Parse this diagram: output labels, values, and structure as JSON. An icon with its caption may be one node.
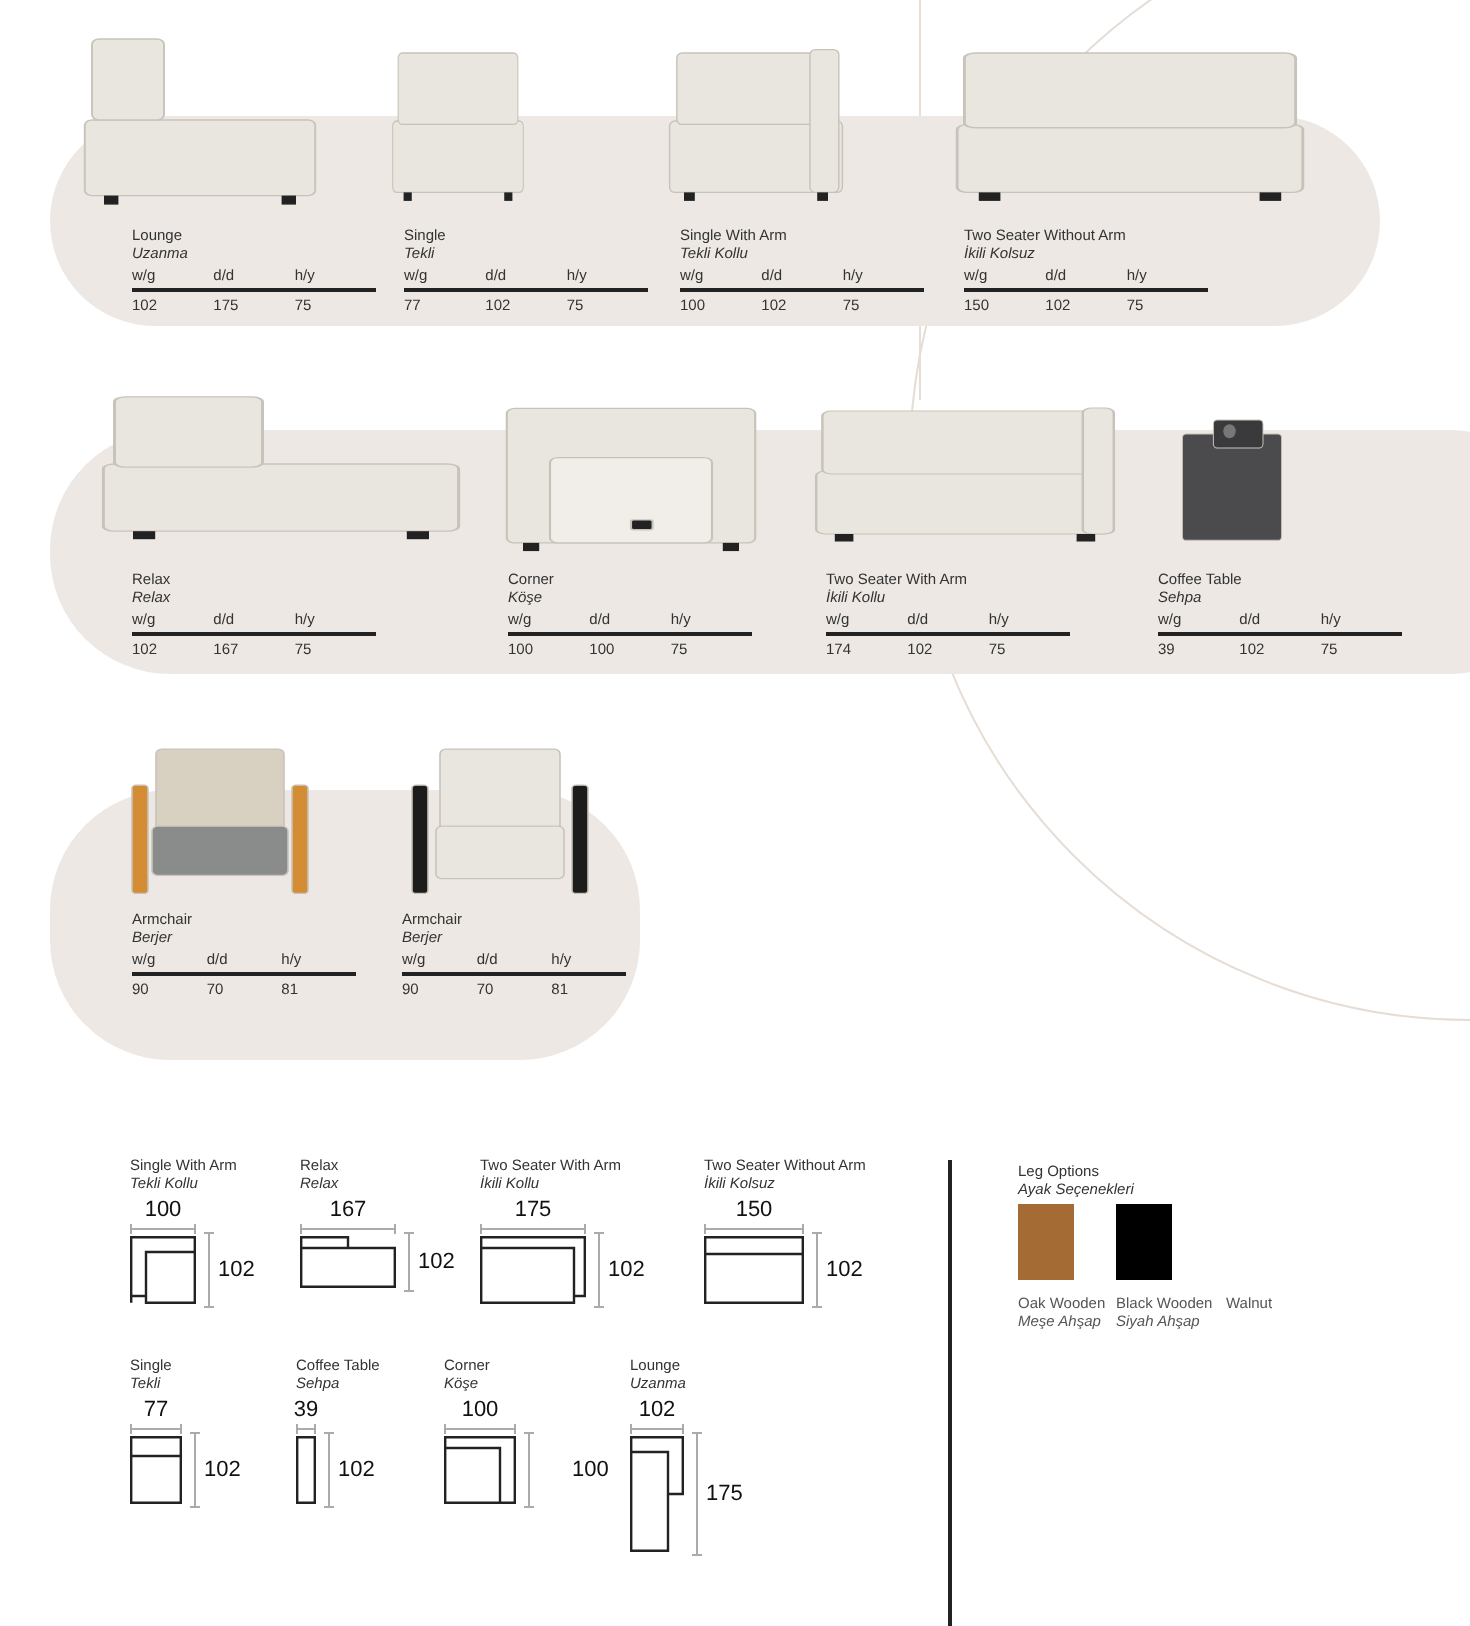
{
  "diagram": {
    "labels": [
      "Lounge",
      "Uzanma",
      "w/g",
      "d/d",
      "h/y",
      "102",
      "175",
      "75",
      "Single",
      "Tekli",
      "w/g",
      "d/d",
      "h/y",
      "77",
      "102",
      "75",
      "Single With Arm",
      "Tekli Kollu",
      "w/g",
      "d/d",
      "h/y",
      "100",
      "102",
      "75",
      "Two Seater Without Arm",
      "İkili Kolsuz",
      "w/g",
      "d/d",
      "h/y",
      "150",
      "102",
      "75",
      "Relax",
      "Relax",
      "w/g",
      "d/d",
      "h/y",
      "102",
      "167",
      "75",
      "Corner",
      "Köşe",
      "w/g",
      "d/d",
      "h/y",
      "100",
      "100",
      "75",
      "Two Seater With Arm",
      "İkili Kollu",
      "w/g",
      "d/d",
      "h/y",
      "174",
      "102",
      "75",
      "Coffee Table",
      "Sehpa",
      "w/g",
      "d/d",
      "h/y",
      "39",
      "102",
      "75",
      "Armchair",
      "Berjer",
      "w/g",
      "d/d",
      "h/y",
      "90",
      "70",
      "81",
      "Armchair",
      "Berjer",
      "w/g",
      "d/d",
      "h/y",
      "90",
      "70",
      "81",
      "Single With Arm",
      "Tekli Kollu",
      "100",
      "102",
      "Relax",
      "Relax",
      "167",
      "102",
      "Two Seater With Arm",
      "İkili Kollu",
      "175",
      "102",
      "Two Seater Without Arm",
      "İkili Kolsuz",
      "150",
      "102",
      "Single",
      "Tekli",
      "77",
      "102",
      "Coffee Table",
      "Sehpa",
      "39",
      "102",
      "Corner",
      "Köşe",
      "100",
      "100",
      "Lounge",
      "Uzanma",
      "102",
      "175",
      "Leg Options",
      "Ayak Seçenekleri",
      "Walnut",
      "Meşe Ahşap",
      "Siyah Ahşap"
    ],
    "legend": [
      {
        "text": "Oak Wooden",
        "color": "#a56b35"
      },
      {
        "text": "Black Wooden",
        "color": "#000000"
      }
    ]
  }
}
